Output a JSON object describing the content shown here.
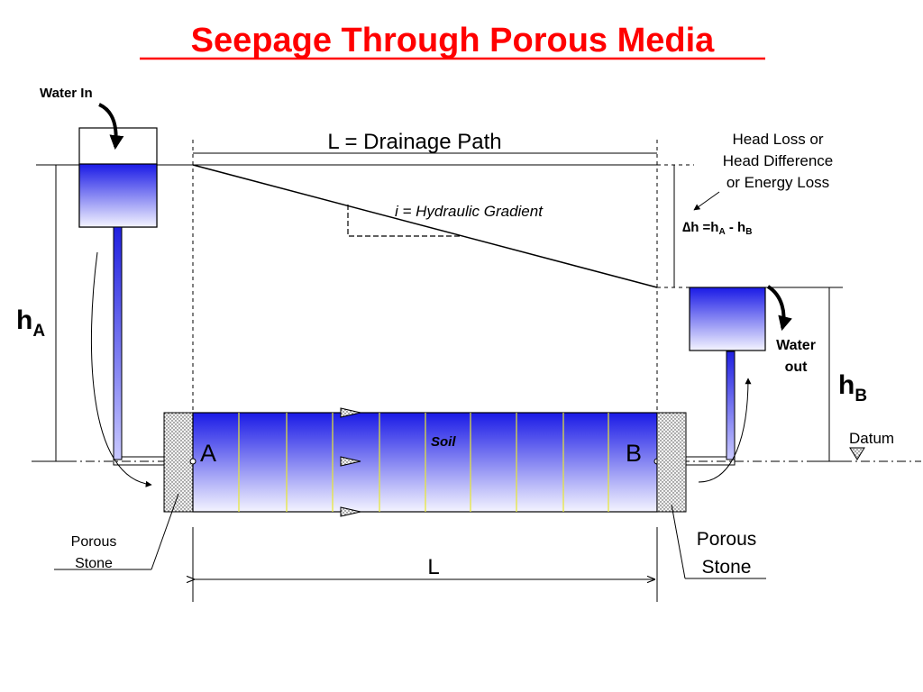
{
  "title": "Seepage Through Porous Media",
  "labels": {
    "water_in": "Water In",
    "water_out_line1": "Water",
    "water_out_line2": "out",
    "drainage_path": "L = Drainage Path",
    "hydraulic_gradient_i": "i",
    "hydraulic_gradient_rest": " = Hydraulic Gradient",
    "head_loss_line1": "Head Loss or",
    "head_loss_line2": "Head Difference",
    "head_loss_line3": "or Energy Loss",
    "delta_h_symbol": "∆",
    "delta_h_h1": "h =h",
    "sub_a_small": "A",
    "delta_h_minus": " - h",
    "sub_b_small": "B",
    "h_a_main": "h",
    "h_a_sub": "A",
    "h_b_main": "h",
    "h_b_sub": "B",
    "point_a": "A",
    "point_b": "B",
    "soil": "Soil",
    "datum": "Datum",
    "porous_stone_left_1": "Porous",
    "porous_stone_left_2": "Stone",
    "porous_stone_right_1": "Porous",
    "porous_stone_right_2": "Stone",
    "length_l": "L"
  },
  "colors": {
    "title": "#ff0000",
    "water_blue": "#1a1ae6",
    "grid_yellow": "#e8e830"
  }
}
